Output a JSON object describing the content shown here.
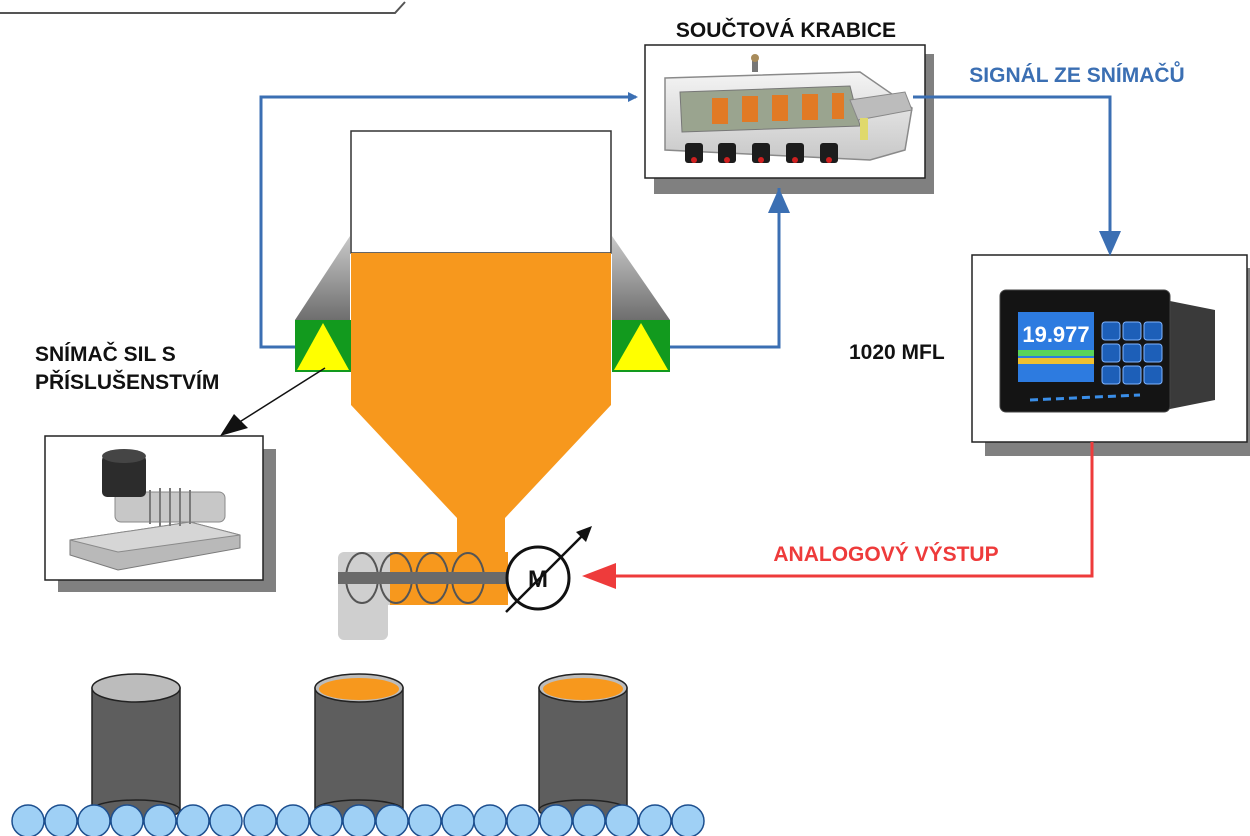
{
  "labels": {
    "summing_box": "SOUČTOVÁ KRABICE",
    "load_signal": "SIGNÁL ZE SNÍMAČŮ",
    "load_cell_line1": "SNÍMAČ SIL S",
    "load_cell_line2": "PŘÍSLUŠENSTVÍM",
    "meter": "1020 MFL",
    "analog_output": "ANALOGOVÝ VÝSTUP",
    "motor": "M",
    "display_value": "19.977"
  },
  "colors": {
    "signal": "#3b6fb3",
    "analog": "#ee3b3b",
    "material": "#f7981d",
    "load_cell_base": "#129a1e",
    "load_cell_triangle": "#ffff00",
    "drum": "#5e5e5e",
    "roller": "#9fd0f5"
  },
  "icons": {
    "summing_box": "junction-box-icon",
    "meter": "panel-meter-icon",
    "load_cell": "load-cell-icon",
    "motor": "motor-icon"
  },
  "drums": [
    {
      "filled": false
    },
    {
      "filled": true
    },
    {
      "filled": true
    }
  ]
}
